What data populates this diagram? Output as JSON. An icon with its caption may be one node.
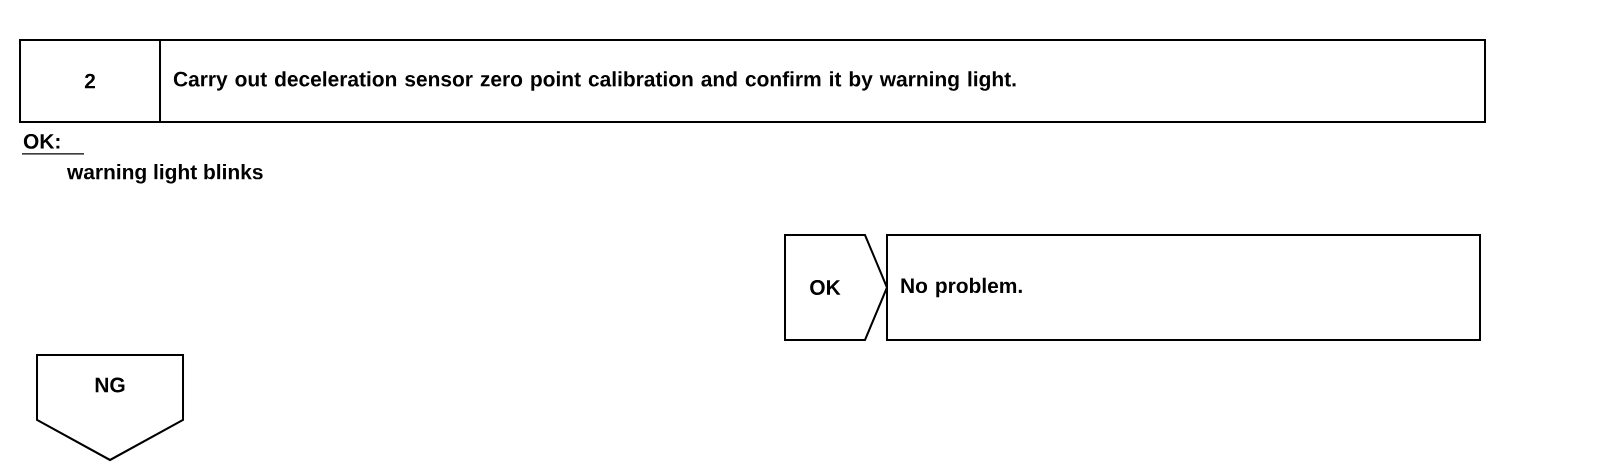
{
  "diagram": {
    "nodes": [
      {
        "text": [
          "2"
        ]
      },
      {
        "text": [
          "Carry out deceleration sensor zero point calibration and confirm it by warning light."
        ]
      },
      {
        "text": [
          "OK"
        ]
      },
      {
        "text": [
          "No problem."
        ]
      },
      {
        "text": [
          "NG"
        ]
      }
    ],
    "labels": [
      "OK:",
      "warning light blinks"
    ]
  }
}
